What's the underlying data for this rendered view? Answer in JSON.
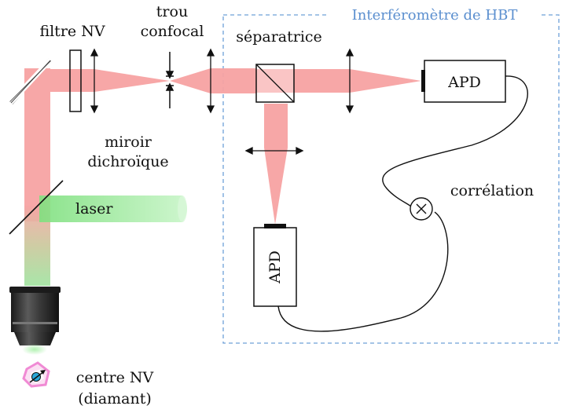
{
  "labels": {
    "filter": "filtre NV",
    "pinhole_line1": "trou",
    "pinhole_line2": "confocal",
    "beamsplitter": "séparatrice",
    "interferometer": "Interféromètre de HBT",
    "apd_right": "APD",
    "apd_bottom": "APD",
    "dichroic_line1": "miroir",
    "dichroic_line2": "dichroïque",
    "laser": "laser",
    "correlation": "corrélation",
    "center_line1": "centre NV",
    "center_line2": "(diamant)"
  },
  "colors": {
    "fluorescence_beam": "#f7a6a6",
    "laser_beam": "#8fe58f",
    "interferometer_box": "#5b8fcf",
    "objective": "#2a2a2a",
    "diamond": "#f08ad4",
    "nv_center": "#2aa7d8"
  },
  "icons": {
    "correlator": "multiply-circle-icon",
    "mirror": "hatched-mirror-icon",
    "lens": "double-arrow-lens-icon"
  }
}
